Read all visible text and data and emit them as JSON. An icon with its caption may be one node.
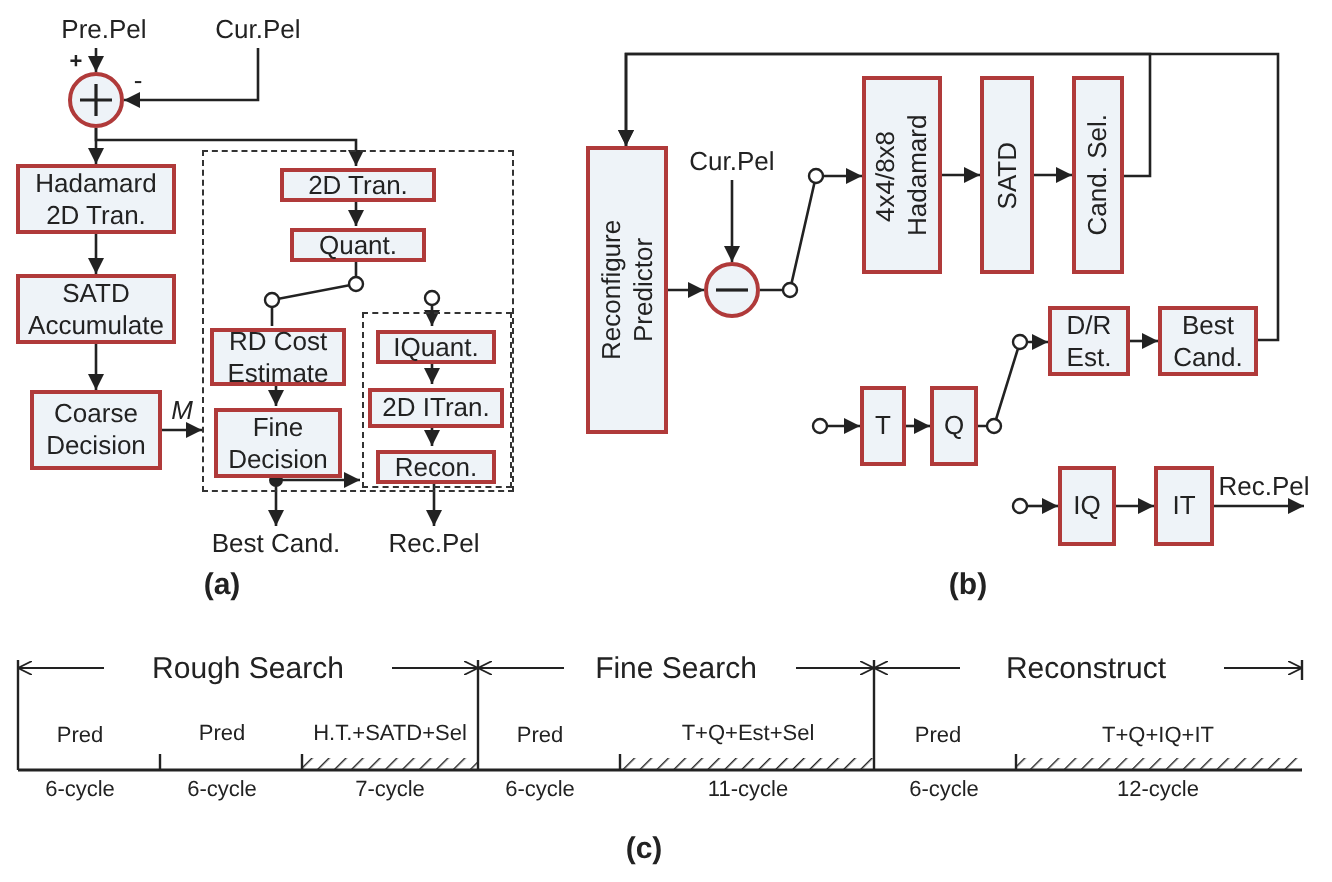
{
  "diagram": {
    "nodes": [
      {
        "text": [
          "Pre.Pel"
        ]
      },
      {
        "text": [
          "Cur.Pel"
        ]
      },
      {
        "text": [],
        "shape": "circle"
      },
      {
        "text": [
          "Hadamard 2D Tran."
        ]
      },
      {
        "text": [
          "SATD Accumulate"
        ]
      },
      {
        "text": [
          "Coarse Decision"
        ]
      },
      {
        "text": [],
        "shape": "box"
      },
      {
        "text": [
          "2D Tran."
        ],
        "in": 6
      },
      {
        "text": [
          "Quant."
        ],
        "in": 6
      },
      {
        "text": [
          "RD Cost Estimate"
        ],
        "in": 6
      },
      {
        "text": [
          "Fine Decision"
        ],
        "in": 6
      },
      {
        "text": [],
        "shape": "box",
        "in": 6
      },
      {
        "text": [
          "IQuant."
        ],
        "in": 11
      },
      {
        "text": [
          "2D ITran."
        ],
        "in": 11
      },
      {
        "text": [
          "Recon."
        ],
        "in": 11
      },
      {
        "text": [
          "Best Cand."
        ]
      },
      {
        "text": [
          "Rec.Pel"
        ]
      },
      {
        "text": [
          "Reconfigure Predictor"
        ]
      },
      {
        "text": [
          "Cur.Pel"
        ]
      },
      {
        "text": [],
        "shape": "circle"
      },
      {
        "text": [
          "4x4/8x8 Hadamard"
        ]
      },
      {
        "text": [
          "SATD"
        ]
      },
      {
        "text": [
          "Cand. Sel."
        ]
      },
      {
        "text": [
          "D/R Est."
        ]
      },
      {
        "text": [
          "Best Cand."
        ]
      },
      {
        "text": [
          "T"
        ]
      },
      {
        "text": [
          "Q"
        ]
      },
      {
        "text": [
          "IQ"
        ]
      },
      {
        "text": [
          "IT"
        ]
      }
    ],
    "edges": [
      {
        "from": 0,
        "to": 2,
        "arrow": "to"
      },
      {
        "from": 1,
        "to": 2,
        "arrow": "to"
      },
      {
        "from": 2,
        "to": 3,
        "arrow": "to"
      },
      {
        "from": 2,
        "to": 7,
        "arrow": "to"
      },
      {
        "from": 3,
        "to": 4,
        "arrow": "to"
      },
      {
        "from": 4,
        "to": 5,
        "arrow": "to"
      },
      {
        "from": 5,
        "to": 6,
        "arrow": "to",
        "label": "M"
      },
      {
        "from": 7,
        "to": 8,
        "arrow": "to"
      },
      {
        "from": 8,
        "to": 9,
        "arrow": "none"
      },
      {
        "from": null,
        "to": 12,
        "arrow": "to"
      },
      {
        "from": 9,
        "to": 10,
        "arrow": "to"
      },
      {
        "from": 12,
        "to": 13,
        "arrow": "to"
      },
      {
        "from": 13,
        "to": 14,
        "arrow": "to"
      },
      {
        "from": 10,
        "to": 11,
        "arrow": "to"
      },
      {
        "from": 10,
        "to": 15,
        "arrow": "to"
      },
      {
        "from": 14,
        "to": 16,
        "arrow": "to"
      },
      {
        "from": 17,
        "to": 19,
        "arrow": "to"
      },
      {
        "from": 18,
        "to": 19,
        "arrow": "to"
      },
      {
        "from": 19,
        "to": 20,
        "arrow": "to"
      },
      {
        "from": 20,
        "to": 21,
        "arrow": "to"
      },
      {
        "from": 21,
        "to": 22,
        "arrow": "to"
      },
      {
        "from": 22,
        "to": 17,
        "arrow": "to"
      },
      {
        "from": 24,
        "to": 17,
        "arrow": "to"
      },
      {
        "from": null,
        "to": 25,
        "arrow": "to"
      },
      {
        "from": 25,
        "to": 26,
        "arrow": "to"
      },
      {
        "from": 26,
        "to": 23,
        "arrow": "to"
      },
      {
        "from": 23,
        "to": 24,
        "arrow": "to"
      },
      {
        "from": null,
        "to": 27,
        "arrow": "to"
      },
      {
        "from": 27,
        "to": 28,
        "arrow": "to"
      },
      {
        "from": 28,
        "to": null,
        "arrow": "to",
        "label": "Rec.Pel"
      }
    ],
    "labels": [
      "+",
      "-",
      "(a)",
      "(b)",
      "Rough Search",
      "Fine Search",
      "Reconstruct",
      "Pred",
      "Pred",
      "H.T.+SATD+Sel",
      "Pred",
      "T+Q+Est+Sel",
      "Pred",
      "T+Q+IQ+IT",
      "6-cycle",
      "6-cycle",
      "7-cycle",
      "6-cycle",
      "11-cycle",
      "6-cycle",
      "12-cycle",
      "(c)"
    ]
  }
}
